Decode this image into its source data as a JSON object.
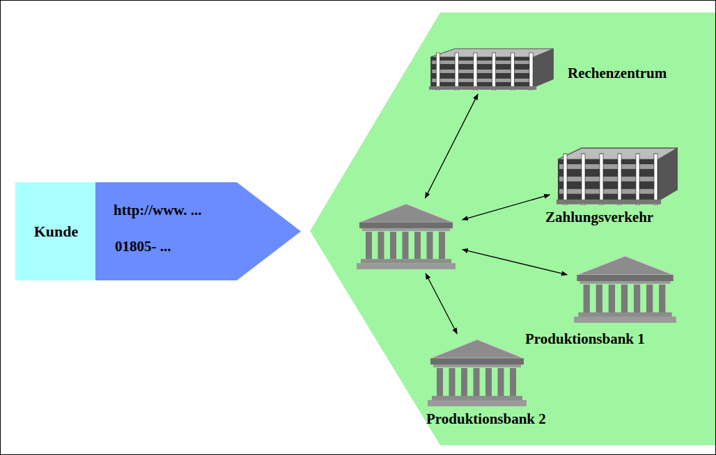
{
  "diagram": {
    "nodes": [
      {
        "text": [
          "Kunde"
        ]
      },
      {
        "text": [
          "http://www. ...",
          "01805- ..."
        ]
      },
      {
        "text": []
      },
      {
        "text": [
          "Rechenzentrum"
        ]
      },
      {
        "text": [
          "Zahlungsverkehr"
        ]
      },
      {
        "text": [
          "Produktionsbank 1"
        ]
      },
      {
        "text": [
          "Produktionsbank 2"
        ]
      }
    ],
    "edges": [
      {
        "from": 2,
        "to": 3,
        "arrow": "both"
      },
      {
        "from": 2,
        "to": 4,
        "arrow": "both"
      },
      {
        "from": 2,
        "to": 5,
        "arrow": "both"
      },
      {
        "from": 2,
        "to": 6,
        "arrow": "both"
      }
    ]
  }
}
